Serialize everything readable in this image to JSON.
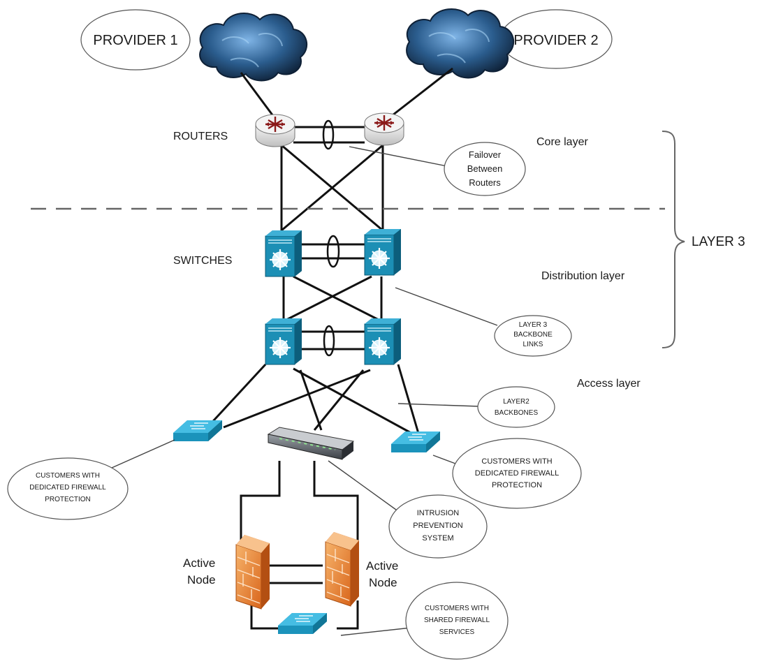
{
  "providers": [
    "PROVIDER 1",
    "PROVIDER 2"
  ],
  "devices": {
    "routers": "ROUTERS",
    "switches": "SWITCHES",
    "firewall_left": [
      "Active",
      "Node"
    ],
    "firewall_right": [
      "Active",
      "Node"
    ]
  },
  "layers": {
    "core": "Core layer",
    "distribution": "Distribution layer",
    "access": "Access layer",
    "layer3": "LAYER 3"
  },
  "callouts": {
    "failover": [
      "Failover",
      "Between",
      "Routers"
    ],
    "l3_backbone": [
      "LAYER 3",
      "BACKBONE",
      "LINKS"
    ],
    "l2_backbone": [
      "LAYER2",
      "BACKBONES"
    ],
    "customers_dedicated_left": [
      "CUSTOMERS WITH",
      "DEDICATED FIREWALL",
      "PROTECTION"
    ],
    "customers_dedicated_right": [
      "CUSTOMERS WITH",
      "DEDICATED FIREWALL",
      "PROTECTION"
    ],
    "ips": [
      "INTRUSION",
      "PREVENTION",
      "SYSTEM"
    ],
    "customers_shared": [
      "CUSTOMERS WITH",
      "SHARED FIREWALL",
      "SERVICES"
    ]
  },
  "icons": {
    "cloud": "cloud-icon",
    "router": "router-icon",
    "switch": "layer3-switch-icon",
    "access_switch": "workgroup-switch-icon",
    "firewall": "firewall-icon",
    "ips": "ips-appliance-icon"
  },
  "colors": {
    "cloud": "#1f3c5e",
    "switch": "#1c8fb5",
    "access_switch": "#22a6cf",
    "firewall": "#e8853a",
    "router": "#d9d9d9",
    "router_arrows": "#8b1a1a"
  }
}
